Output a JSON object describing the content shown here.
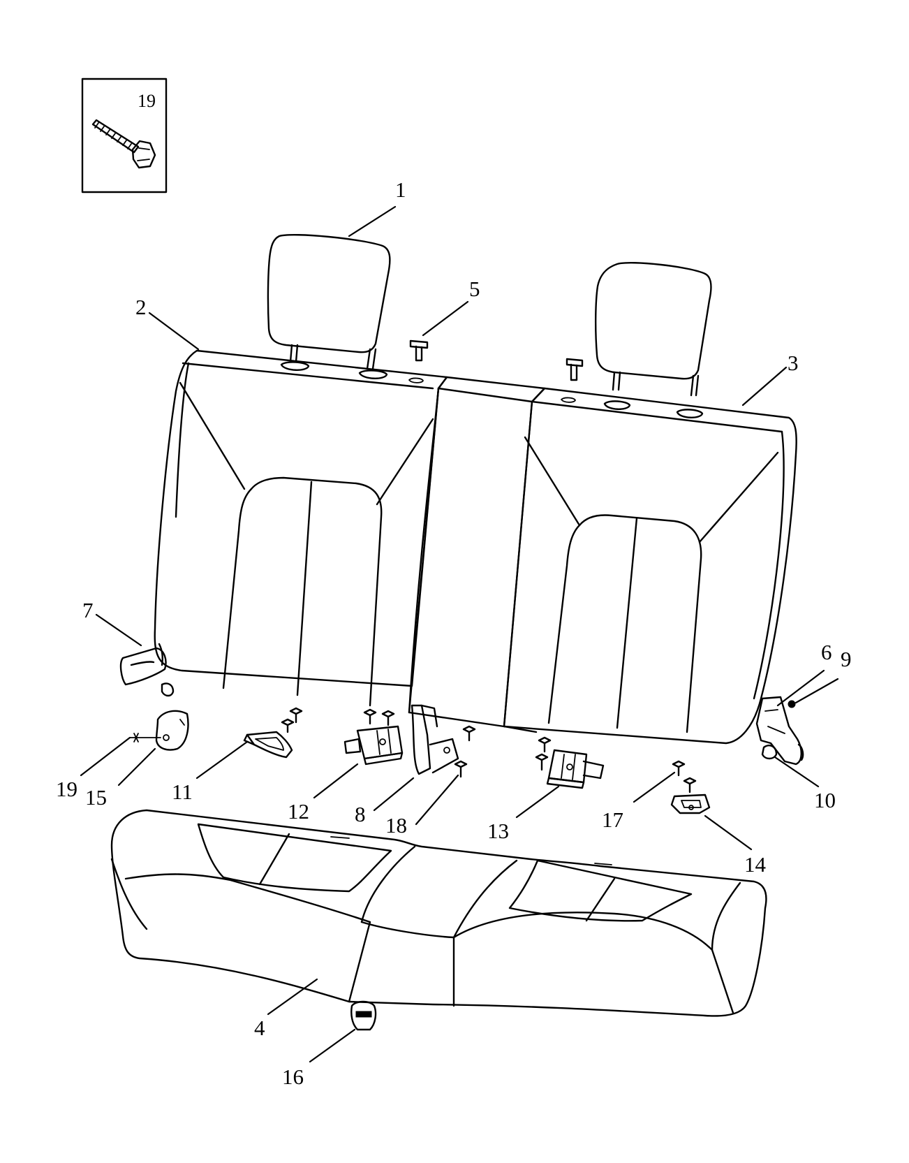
{
  "inset": {
    "callout": "19"
  },
  "callouts": [
    {
      "id": "c1",
      "label": "1"
    },
    {
      "id": "c2",
      "label": "2"
    },
    {
      "id": "c3",
      "label": "3"
    },
    {
      "id": "c4",
      "label": "4"
    },
    {
      "id": "c5",
      "label": "5"
    },
    {
      "id": "c6",
      "label": "6"
    },
    {
      "id": "c7",
      "label": "7"
    },
    {
      "id": "c8",
      "label": "8"
    },
    {
      "id": "c9",
      "label": "9"
    },
    {
      "id": "c10",
      "label": "10"
    },
    {
      "id": "c11",
      "label": "11"
    },
    {
      "id": "c12",
      "label": "12"
    },
    {
      "id": "c13",
      "label": "13"
    },
    {
      "id": "c14",
      "label": "14"
    },
    {
      "id": "c15",
      "label": "15"
    },
    {
      "id": "c16",
      "label": "16"
    },
    {
      "id": "c17",
      "label": "17"
    },
    {
      "id": "c18",
      "label": "18"
    },
    {
      "id": "c19",
      "label": "19"
    }
  ]
}
